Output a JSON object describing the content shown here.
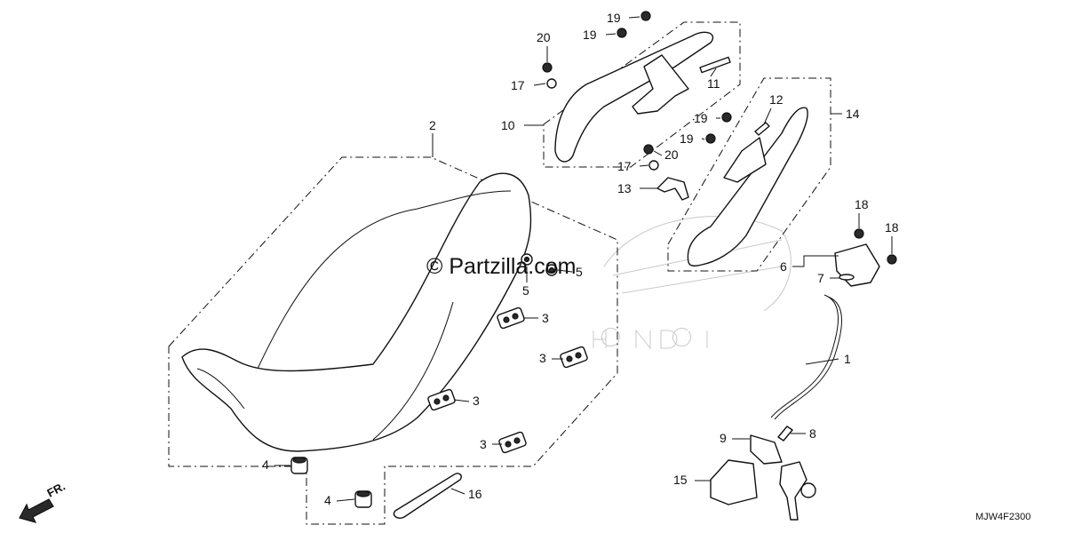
{
  "diagram": {
    "watermark": "© Partzilla.com",
    "code": "MJW4F2300",
    "front_arrow": "FR.",
    "callouts": [
      {
        "id": "c1",
        "label": "1"
      },
      {
        "id": "c2",
        "label": "2"
      },
      {
        "id": "c3a",
        "label": "3"
      },
      {
        "id": "c3b",
        "label": "3"
      },
      {
        "id": "c3c",
        "label": "3"
      },
      {
        "id": "c3d",
        "label": "3"
      },
      {
        "id": "c4a",
        "label": "4"
      },
      {
        "id": "c4b",
        "label": "4"
      },
      {
        "id": "c5a",
        "label": "5"
      },
      {
        "id": "c5b",
        "label": "5"
      },
      {
        "id": "c6",
        "label": "6"
      },
      {
        "id": "c7",
        "label": "7"
      },
      {
        "id": "c8",
        "label": "8"
      },
      {
        "id": "c9",
        "label": "9"
      },
      {
        "id": "c10",
        "label": "10"
      },
      {
        "id": "c11",
        "label": "11"
      },
      {
        "id": "c12",
        "label": "12"
      },
      {
        "id": "c13",
        "label": "13"
      },
      {
        "id": "c14",
        "label": "14"
      },
      {
        "id": "c15",
        "label": "15"
      },
      {
        "id": "c16",
        "label": "16"
      },
      {
        "id": "c17a",
        "label": "17"
      },
      {
        "id": "c17b",
        "label": "17"
      },
      {
        "id": "c18a",
        "label": "18"
      },
      {
        "id": "c18b",
        "label": "18"
      },
      {
        "id": "c19a",
        "label": "19"
      },
      {
        "id": "c19b",
        "label": "19"
      },
      {
        "id": "c19c",
        "label": "19"
      },
      {
        "id": "c19d",
        "label": "19"
      },
      {
        "id": "c20a",
        "label": "20"
      },
      {
        "id": "c20b",
        "label": "20"
      }
    ]
  }
}
